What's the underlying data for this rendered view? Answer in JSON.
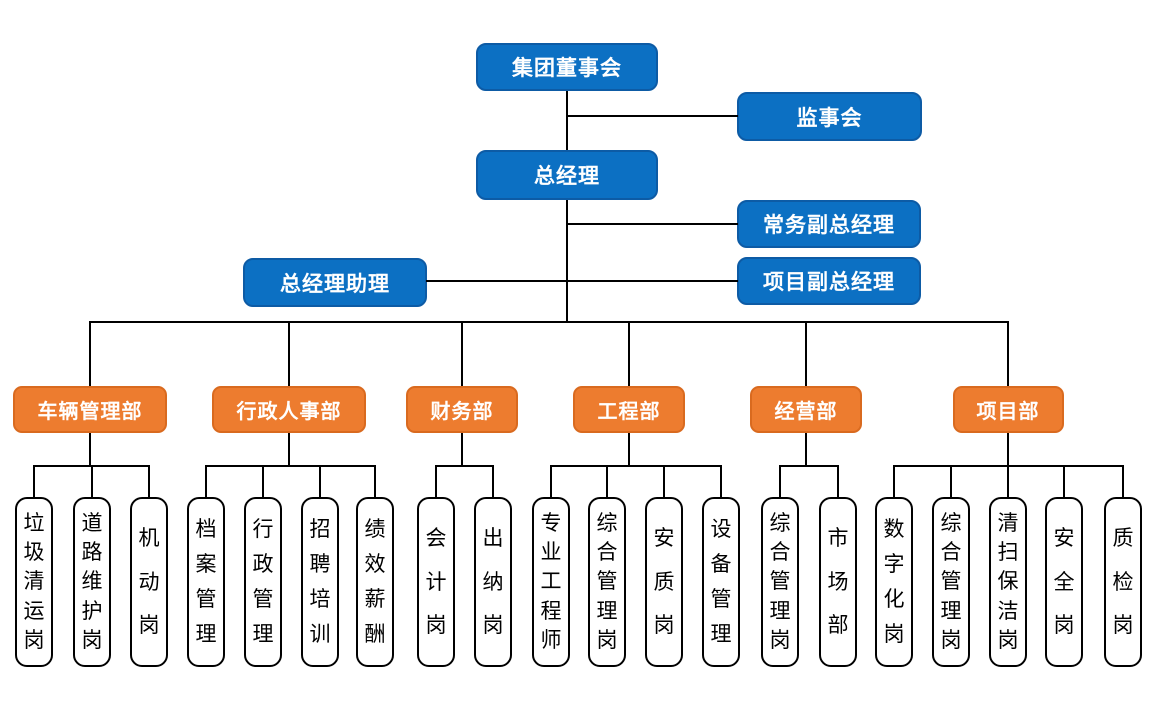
{
  "palette": {
    "node_blue": "#0c70c3",
    "node_blue_border": "#0d5ba5",
    "node_orange": "#ed7c2f",
    "node_orange_border": "#d96a1f",
    "leaf_bg": "#ffffff",
    "leaf_border": "#000000",
    "connector": "#000000",
    "text_on_color": "#ffffff",
    "leaf_text": "#000000"
  },
  "executives": {
    "board": "集团董事会",
    "supervisory": "监事会",
    "general_manager": "总经理",
    "executive_deputy_gm": "常务副总经理",
    "gm_assistant": "总经理助理",
    "project_deputy_gm": "项目副总经理"
  },
  "departments": [
    {
      "label": "车辆管理部",
      "positions": [
        "垃圾清运岗",
        "道路维护岗",
        "机动岗"
      ]
    },
    {
      "label": "行政人事部",
      "positions": [
        "档案管理",
        "行政管理",
        "招聘培训",
        "绩效薪酬"
      ]
    },
    {
      "label": "财务部",
      "positions": [
        "会计岗",
        "出纳岗"
      ]
    },
    {
      "label": "工程部",
      "positions": [
        "专业工程师",
        "综合管理岗",
        "安质岗",
        "设备管理"
      ]
    },
    {
      "label": "经营部",
      "positions": [
        "综合管理岗",
        "市场部"
      ]
    },
    {
      "label": "项目部",
      "positions": [
        "数字化岗",
        "综合管理岗",
        "清扫保洁岗",
        "安全岗",
        "质检岗"
      ]
    }
  ]
}
